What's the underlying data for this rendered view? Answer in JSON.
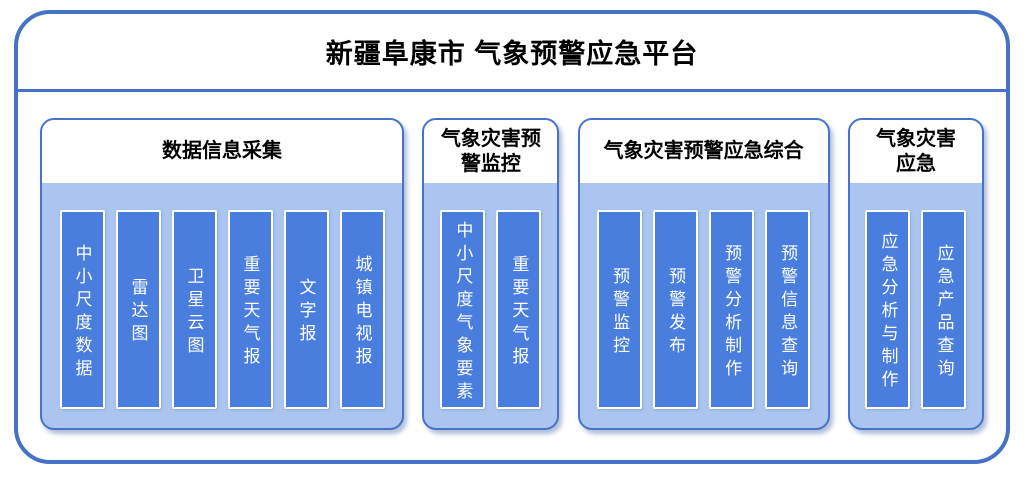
{
  "title": "新疆阜康市 气象预警应急平台",
  "colors": {
    "outer_border": "#4472C4",
    "group_border": "#4673C8",
    "panel_fill": "#ABC5F0",
    "item_fill": "#4A7EDE",
    "item_text": "#FFFFFF",
    "header_bg": "#FFFFFF",
    "header_text": "#000000"
  },
  "groups": [
    {
      "title": "数据信息采集",
      "items": [
        "中小尺度数据",
        "雷达图",
        "卫星云图",
        "重要天气报",
        "文字报",
        "城镇电视报"
      ]
    },
    {
      "title": "气象灾害预\n警监控",
      "items": [
        "中小尺度气象要素",
        "重要天气报"
      ]
    },
    {
      "title": "气象灾害预警应急综合",
      "items": [
        "预警监控",
        "预警发布",
        "预警分析制作",
        "预警信息查询"
      ]
    },
    {
      "title": "气象灾害\n应急",
      "items": [
        "应急分析与制作",
        "应急产品查询"
      ]
    }
  ]
}
